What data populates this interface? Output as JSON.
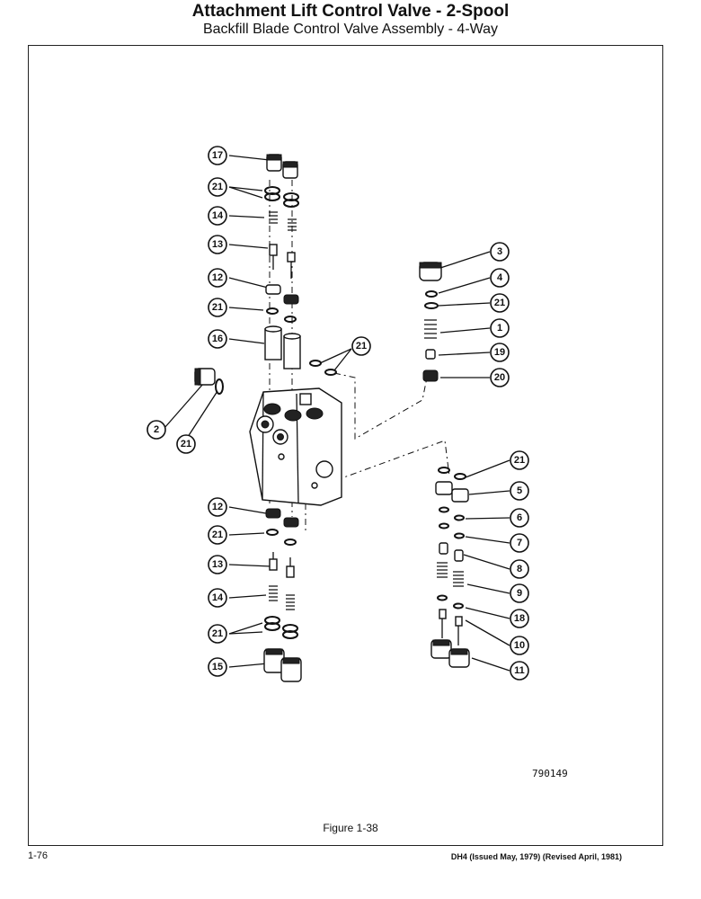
{
  "header": {
    "title": "Attachment Lift Control Valve - 2-Spool",
    "subtitle": "Backfill Blade Control Valve Assembly - 4-Way"
  },
  "figure": {
    "caption": "Figure 1-38",
    "drawing_number": "790149",
    "callouts": [
      "17",
      "21",
      "14",
      "13",
      "12",
      "21",
      "16",
      "21",
      "2",
      "21",
      "3",
      "4",
      "21",
      "1",
      "19",
      "20",
      "21",
      "5",
      "6",
      "7",
      "8",
      "9",
      "18",
      "10",
      "11",
      "12",
      "21",
      "13",
      "14",
      "21",
      "15"
    ]
  },
  "footer": {
    "page_number": "1-76",
    "revision": "DH4 (Issued May, 1979) (Revised April, 1981)"
  }
}
